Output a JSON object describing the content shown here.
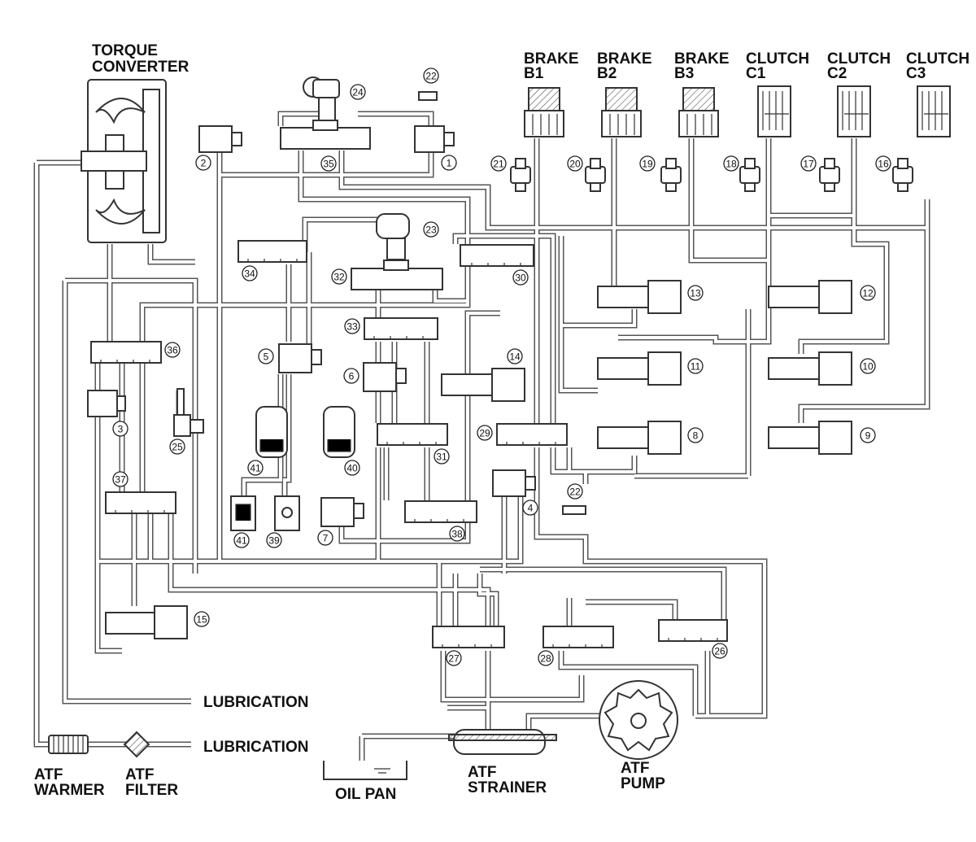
{
  "labels": {
    "torque_converter": [
      "TORQUE",
      "CONVERTER"
    ],
    "brake_b1": [
      "BRAKE",
      "B1"
    ],
    "brake_b2": [
      "BRAKE",
      "B2"
    ],
    "brake_b3": [
      "BRAKE",
      "B3"
    ],
    "clutch_c1": [
      "CLUTCH",
      "C1"
    ],
    "clutch_c2": [
      "CLUTCH",
      "C2"
    ],
    "clutch_c3": [
      "CLUTCH",
      "C3"
    ],
    "lubrication_1": "LUBRICATION",
    "lubrication_2": "LUBRICATION",
    "atf_warmer": [
      "ATF",
      "WARMER"
    ],
    "atf_filter": [
      "ATF",
      "FILTER"
    ],
    "oil_pan": "OIL PAN",
    "atf_strainer": [
      "ATF",
      "STRAINER"
    ],
    "atf_pump": [
      "ATF",
      "PUMP"
    ]
  },
  "component_numbers": [
    "1",
    "2",
    "3",
    "4",
    "5",
    "6",
    "7",
    "8",
    "9",
    "10",
    "11",
    "12",
    "13",
    "14",
    "15",
    "16",
    "17",
    "18",
    "19",
    "20",
    "21",
    "22",
    "23",
    "24",
    "25",
    "26",
    "27",
    "28",
    "29",
    "30",
    "31",
    "32",
    "33",
    "34",
    "35",
    "36",
    "37",
    "38",
    "39",
    "40",
    "41"
  ]
}
